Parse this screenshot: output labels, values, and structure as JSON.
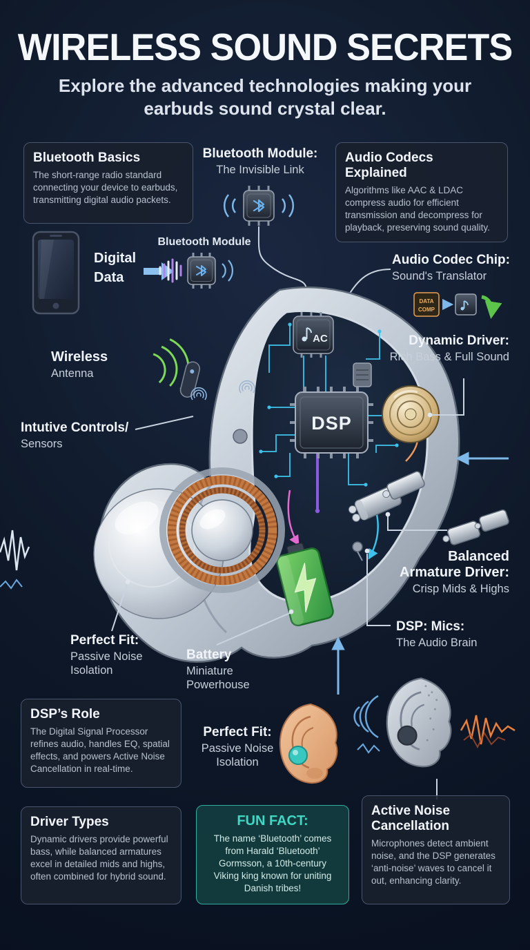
{
  "header": {
    "title": "WIRELESS SOUND SECRETS",
    "subtitle": "Explore the advanced technologies making your earbuds sound crystal clear."
  },
  "cards": {
    "bluetooth_basics": {
      "title": "Bluetooth Basics",
      "body": "The short-range radio standard connecting your device to earbuds, transmitting digital audio packets."
    },
    "audio_codecs": {
      "title": "Audio Codecs Explained",
      "body": "Algorithms like AAC & LDAC compress audio for efficient transmission and decompress for playback, preserving sound quality."
    },
    "dsp_role": {
      "title": "DSP’s Role",
      "body": "The Digital Signal Processor refines audio, handles EQ, spatial effects, and powers Active Noise Cancellation in real-time."
    },
    "driver_types": {
      "title": "Driver Types",
      "body": "Dynamic drivers provide powerful bass, while balanced armatures excel in detailed mids and highs, often combined for hybrid sound."
    },
    "fun_fact": {
      "title": "FUN FACT:",
      "body": "The name ‘Bluetooth’ comes from Harald ‘Bluetooth’ Gormsson, a 10th-century Viking king known for uniting Danish tribes!"
    },
    "anc": {
      "title": "Active Noise Cancellation",
      "body": "Microphones detect ambient noise, and the DSP generates ‘anti-noise’ waves to cancel it out, enhancing clarity."
    }
  },
  "labels": {
    "bt_module_title": "Bluetooth Module:",
    "bt_module_sub": "The Invisible Link",
    "digital_data": "Digital Data",
    "bluetooth_module": "Bluetooth Module",
    "codec_chip_title": "Audio Codec Chip:",
    "codec_chip_sub": "Sound's Translator",
    "dynamic_driver_title": "Dynamic Driver:",
    "dynamic_driver_sub": "Rich Bass & Full Sound",
    "wireless_title": "Wireless",
    "wireless_sub": "Antenna",
    "controls_title": "Intutive Controls/",
    "controls_sub": "Sensors",
    "armature_title": "Balanced Armature Driver:",
    "armature_sub": "Crisp Mids & Highs",
    "dsp_mics_title": "DSP: Mics:",
    "dsp_mics_sub": "The Audio Brain",
    "perfect_fit_title": "Perfect Fit:",
    "perfect_fit_sub": "Passive Noise Isolation",
    "battery_title": "Battery",
    "battery_sub": "Miniature Powerhouse",
    "perfect_fit2_title": "Perfect Fit:",
    "perfect_fit2_sub": "Passive Noise Isolation",
    "chip_dsp": "DSP",
    "chip_ac": "AC",
    "chip_data_1": "DATA",
    "chip_data_2": "COMP"
  },
  "icons": {
    "bluetooth": "bluetooth-rune-shape",
    "lightning": "⚡",
    "music_note": "♪"
  },
  "colors": {
    "background": "#0e1828",
    "card_bg": "#19202d",
    "card_border": "#48556c",
    "accent_blue": "#7db8e8",
    "accent_cyan": "#3ec1e8",
    "accent_green": "#7ed957",
    "accent_teal": "#3fd8c4",
    "fun_fact_bg": "#143e40",
    "fun_fact_border": "#2fae9f",
    "battery_green": "#46b93c",
    "copper": "#b5764a",
    "pink": "#e36bd0",
    "orange": "#ef9a5a"
  }
}
